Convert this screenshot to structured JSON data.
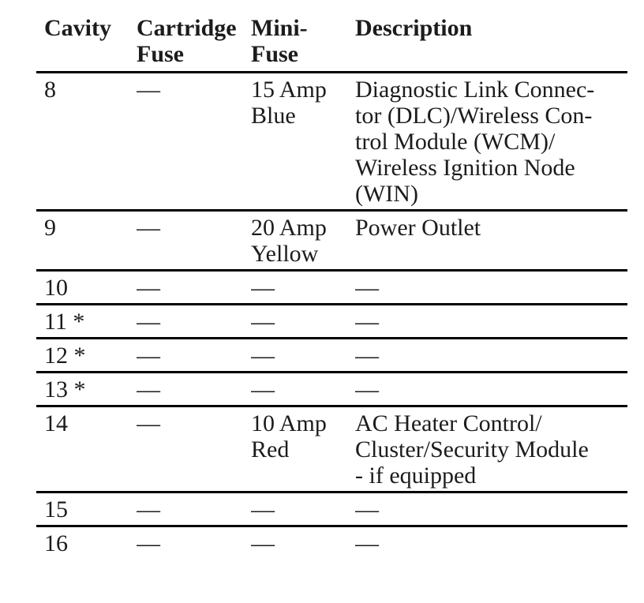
{
  "colors": {
    "text": "#1c1c1c",
    "rule": "#000000",
    "background": "#ffffff"
  },
  "table": {
    "columns": [
      {
        "id": "cavity",
        "label": "Cavity"
      },
      {
        "id": "cartridge_fuse",
        "label": "Cartridge\nFuse"
      },
      {
        "id": "mini_fuse",
        "label": "Mini-\nFuse"
      },
      {
        "id": "description",
        "label": "Description"
      }
    ],
    "rows": [
      {
        "cavity": "8",
        "cartridge_fuse": "—",
        "mini_fuse": "15 Amp\nBlue",
        "description": "Diagnostic Link Connec-\ntor (DLC)/Wireless Con-\ntrol Module (WCM)/\nWireless Ignition Node\n(WIN)"
      },
      {
        "cavity": "9",
        "cartridge_fuse": "—",
        "mini_fuse": "20 Amp\nYellow",
        "description": "Power Outlet"
      },
      {
        "cavity": "10",
        "cartridge_fuse": "—",
        "mini_fuse": "—",
        "description": "—"
      },
      {
        "cavity": "11 *",
        "cartridge_fuse": "—",
        "mini_fuse": "—",
        "description": "—"
      },
      {
        "cavity": "12 *",
        "cartridge_fuse": "—",
        "mini_fuse": "—",
        "description": "—"
      },
      {
        "cavity": "13 *",
        "cartridge_fuse": "—",
        "mini_fuse": "—",
        "description": "—"
      },
      {
        "cavity": "14",
        "cartridge_fuse": "—",
        "mini_fuse": "10 Amp\nRed",
        "description": "AC Heater Control/\nCluster/Security Module\n- if equipped"
      },
      {
        "cavity": "15",
        "cartridge_fuse": "—",
        "mini_fuse": "—",
        "description": "—"
      },
      {
        "cavity": "16",
        "cartridge_fuse": "—",
        "mini_fuse": "—",
        "description": "—"
      }
    ]
  }
}
